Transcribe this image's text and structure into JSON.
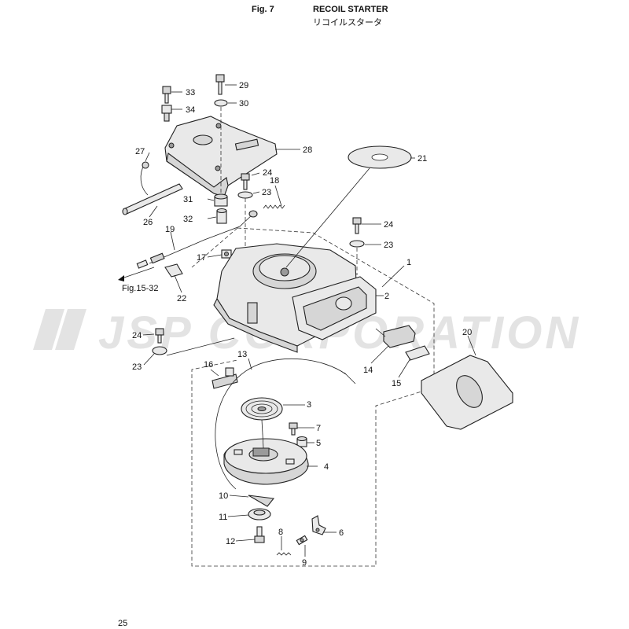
{
  "header": {
    "fig_no": "Fig. 7",
    "title": "RECOIL STARTER",
    "title_jp": "リコイルスタータ"
  },
  "page_number": "25",
  "watermark": {
    "text": "JSP CORPORATION"
  },
  "reference": "Fig.15-32",
  "callouts": [
    "1",
    "2",
    "3",
    "4",
    "5",
    "6",
    "7",
    "8",
    "9",
    "10",
    "11",
    "12",
    "13",
    "14",
    "15",
    "16",
    "17",
    "18",
    "19",
    "20",
    "21",
    "22",
    "23",
    "24",
    "26",
    "27",
    "28",
    "29",
    "30",
    "31",
    "32",
    "33",
    "34",
    "23",
    "24",
    "23",
    "24"
  ]
}
